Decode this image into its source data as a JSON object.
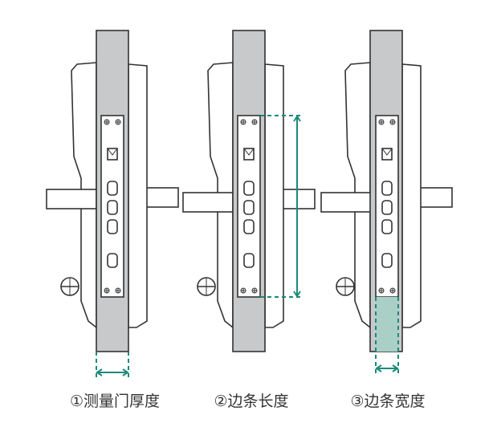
{
  "captions": [
    "①测量门厚度",
    "②边条长度",
    "③边条宽度"
  ],
  "colors": {
    "outline": "#333333",
    "door_fill": "#c8c9ca",
    "panel_fill": "#ffffff",
    "measure": "#1a8a7a",
    "highlight_fill": "#a9cfc7"
  },
  "icons": [
    "screw-icon",
    "fingerprint-sensor-icon",
    "keypad-button-icon",
    "latch-icon"
  ]
}
